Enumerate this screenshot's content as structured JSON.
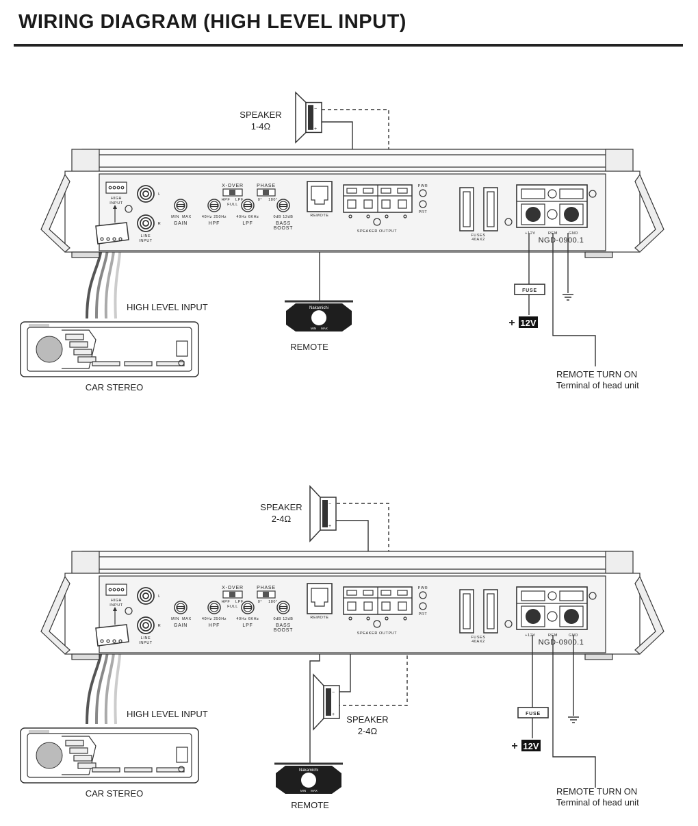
{
  "title": "WIRING DIAGRAM (HIGH LEVEL INPUT)",
  "amp": {
    "high": "HIGH",
    "input": "INPUT",
    "line": "LINE",
    "l": "L",
    "r": "R",
    "gain": "GAIN",
    "min": "MIN",
    "max": "MAX",
    "hpf": "HPF",
    "lpf": "LPF",
    "xover": "X-OVER",
    "full": "FULL",
    "phase": "PHASE",
    "deg0": "0°",
    "deg180": "180°",
    "hpf_range": "40Hz 250Hz",
    "lpf_range": "40Hz 6KHz",
    "bass": "BASS",
    "boost": "BOOST",
    "boost_range": "0dB 12dB",
    "remote": "REMOTE",
    "speaker_output": "SPEAKER OUTPUT",
    "pwr": "PWR",
    "prt": "PRT",
    "fuses": "FUSES",
    "fuse_rating": "40AX2",
    "plus12v": "+12V",
    "rem": "REM",
    "gnd": "GND",
    "model": "NGD-0900.1"
  },
  "remote_unit": {
    "brand": "Nakamichi",
    "min": "MIN",
    "max": "MAX"
  },
  "colors": {
    "line": "#333333",
    "wire_gray": "#999999",
    "panel": "#f4f4f4"
  },
  "diagrams": [
    {
      "speakers": [
        {
          "label": "SPEAKER",
          "impedance": "1-4Ω"
        }
      ],
      "high_level_input": "HIGH LEVEL INPUT",
      "car_stereo": "CAR STEREO",
      "remote_label": "REMOTE",
      "fuse": "FUSE",
      "battery_plus": "+",
      "battery": "12V",
      "remote_turn_on": "REMOTE TURN ON",
      "terminal": "Terminal of head unit"
    },
    {
      "speakers": [
        {
          "label": "SPEAKER",
          "impedance": "2-4Ω"
        },
        {
          "label": "SPEAKER",
          "impedance": "2-4Ω"
        }
      ],
      "high_level_input": "HIGH LEVEL INPUT",
      "car_stereo": "CAR STEREO",
      "remote_label": "REMOTE",
      "fuse": "FUSE",
      "battery_plus": "+",
      "battery": "12V",
      "remote_turn_on": "REMOTE TURN ON",
      "terminal": "Terminal of head unit"
    }
  ]
}
